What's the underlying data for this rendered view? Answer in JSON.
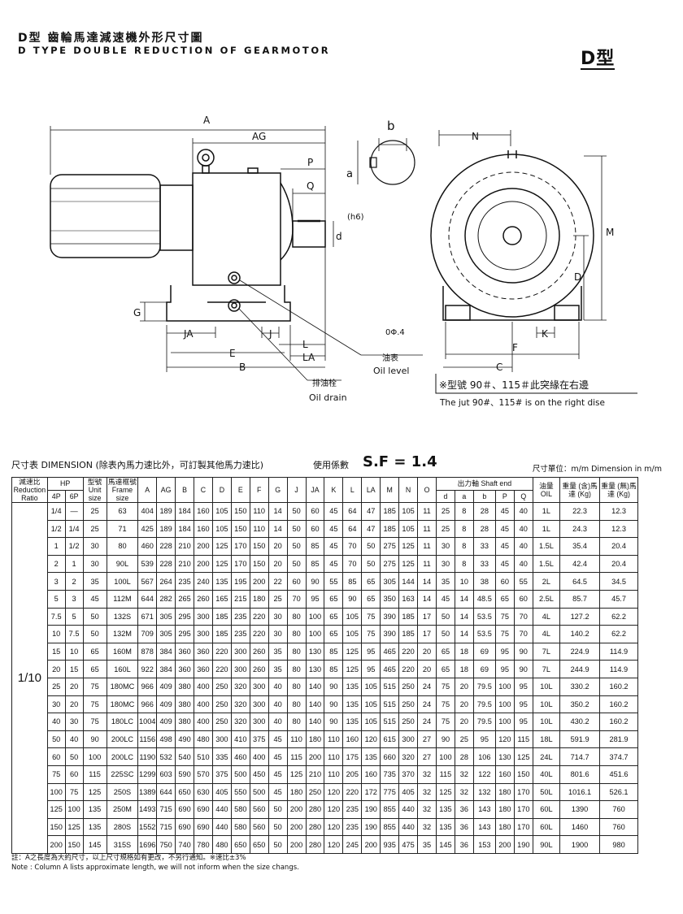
{
  "header": {
    "title_cn": "D型 齒輪馬達減速機外形尺寸圖",
    "title_en": "D TYPE DOUBLE REDUCTION OF GEARMOTOR",
    "model_mark": "D型"
  },
  "drawing": {
    "labels": {
      "A": "A",
      "AG": "AG",
      "P": "P",
      "Q": "Q",
      "d": "d",
      "h6": "(h6)",
      "b": "b",
      "a": "a",
      "N": "N",
      "M": "M",
      "D": "D",
      "G": "G",
      "JA": "JA",
      "J": "J",
      "L": "L",
      "LA": "LA",
      "E": "E",
      "B": "B",
      "K": "K",
      "F": "F",
      "C": "C",
      "oil_hole": "0Φ.4"
    },
    "oil_level_cn": "油表",
    "oil_level_en": "Oil level",
    "oil_drain_cn": "排油栓",
    "oil_drain_en": "Oil drain",
    "jut_note_cn": "※型號 90＃、115＃此突緣在右邊",
    "jut_note_en": "The jut 90#、115# is on the right dise"
  },
  "table_header": {
    "title": "尺寸表 DIMENSION (除表內馬力速比外，可訂製其他馬力速比)",
    "sf_label": "使用係數",
    "sf_value": "S.F = 1.4",
    "unit": "尺寸單位：m/m Dimension in m/m",
    "reduction_ratio": "減速比 Reduction Ratio",
    "hp": "HP",
    "p4": "4P",
    "p6": "6P",
    "unit_size": "型號 Unit size",
    "frame_size": "馬達框號 Frame size",
    "shaft_end": "出力軸 Shaft end",
    "oil": "油量 OIL",
    "weight_with": "重量 (含)馬達 (Kg)",
    "weight_without": "重量 (無)馬達 (Kg)",
    "dim_cols": [
      "A",
      "AG",
      "B",
      "C",
      "D",
      "E",
      "F",
      "G",
      "J",
      "JA",
      "K",
      "L",
      "LA",
      "M",
      "N",
      "O"
    ],
    "shaft_cols": [
      "d",
      "a",
      "b",
      "P",
      "Q"
    ]
  },
  "ratio": "1/10",
  "rows": [
    [
      "1/4",
      "—",
      "25",
      "63",
      "404",
      "189",
      "184",
      "160",
      "105",
      "150",
      "110",
      "14",
      "50",
      "60",
      "45",
      "64",
      "47",
      "185",
      "105",
      "11",
      "25",
      "8",
      "28",
      "45",
      "40",
      "1L",
      "22.3",
      "12.3"
    ],
    [
      "1/2",
      "1/4",
      "25",
      "71",
      "425",
      "189",
      "184",
      "160",
      "105",
      "150",
      "110",
      "14",
      "50",
      "60",
      "45",
      "64",
      "47",
      "185",
      "105",
      "11",
      "25",
      "8",
      "28",
      "45",
      "40",
      "1L",
      "24.3",
      "12.3"
    ],
    [
      "1",
      "1/2",
      "30",
      "80",
      "460",
      "228",
      "210",
      "200",
      "125",
      "170",
      "150",
      "20",
      "50",
      "85",
      "45",
      "70",
      "50",
      "275",
      "125",
      "11",
      "30",
      "8",
      "33",
      "45",
      "40",
      "1.5L",
      "35.4",
      "20.4"
    ],
    [
      "2",
      "1",
      "30",
      "90L",
      "539",
      "228",
      "210",
      "200",
      "125",
      "170",
      "150",
      "20",
      "50",
      "85",
      "45",
      "70",
      "50",
      "275",
      "125",
      "11",
      "30",
      "8",
      "33",
      "45",
      "40",
      "1.5L",
      "42.4",
      "20.4"
    ],
    [
      "3",
      "2",
      "35",
      "100L",
      "567",
      "264",
      "235",
      "240",
      "135",
      "195",
      "200",
      "22",
      "60",
      "90",
      "55",
      "85",
      "65",
      "305",
      "144",
      "14",
      "35",
      "10",
      "38",
      "60",
      "55",
      "2L",
      "64.5",
      "34.5"
    ],
    [
      "5",
      "3",
      "45",
      "112M",
      "644",
      "282",
      "265",
      "260",
      "165",
      "215",
      "180",
      "25",
      "70",
      "95",
      "65",
      "90",
      "65",
      "350",
      "163",
      "14",
      "45",
      "14",
      "48.5",
      "65",
      "60",
      "2.5L",
      "85.7",
      "45.7"
    ],
    [
      "7.5",
      "5",
      "50",
      "132S",
      "671",
      "305",
      "295",
      "300",
      "185",
      "235",
      "220",
      "30",
      "80",
      "100",
      "65",
      "105",
      "75",
      "390",
      "185",
      "17",
      "50",
      "14",
      "53.5",
      "75",
      "70",
      "4L",
      "127.2",
      "62.2"
    ],
    [
      "10",
      "7.5",
      "50",
      "132M",
      "709",
      "305",
      "295",
      "300",
      "185",
      "235",
      "220",
      "30",
      "80",
      "100",
      "65",
      "105",
      "75",
      "390",
      "185",
      "17",
      "50",
      "14",
      "53.5",
      "75",
      "70",
      "4L",
      "140.2",
      "62.2"
    ],
    [
      "15",
      "10",
      "65",
      "160M",
      "878",
      "384",
      "360",
      "360",
      "220",
      "300",
      "260",
      "35",
      "80",
      "130",
      "85",
      "125",
      "95",
      "465",
      "220",
      "20",
      "65",
      "18",
      "69",
      "95",
      "90",
      "7L",
      "224.9",
      "114.9"
    ],
    [
      "20",
      "15",
      "65",
      "160L",
      "922",
      "384",
      "360",
      "360",
      "220",
      "300",
      "260",
      "35",
      "80",
      "130",
      "85",
      "125",
      "95",
      "465",
      "220",
      "20",
      "65",
      "18",
      "69",
      "95",
      "90",
      "7L",
      "244.9",
      "114.9"
    ],
    [
      "25",
      "20",
      "75",
      "180MC",
      "966",
      "409",
      "380",
      "400",
      "250",
      "320",
      "300",
      "40",
      "80",
      "140",
      "90",
      "135",
      "105",
      "515",
      "250",
      "24",
      "75",
      "20",
      "79.5",
      "100",
      "95",
      "10L",
      "330.2",
      "160.2"
    ],
    [
      "30",
      "20",
      "75",
      "180MC",
      "966",
      "409",
      "380",
      "400",
      "250",
      "320",
      "300",
      "40",
      "80",
      "140",
      "90",
      "135",
      "105",
      "515",
      "250",
      "24",
      "75",
      "20",
      "79.5",
      "100",
      "95",
      "10L",
      "350.2",
      "160.2"
    ],
    [
      "40",
      "30",
      "75",
      "180LC",
      "1004",
      "409",
      "380",
      "400",
      "250",
      "320",
      "300",
      "40",
      "80",
      "140",
      "90",
      "135",
      "105",
      "515",
      "250",
      "24",
      "75",
      "20",
      "79.5",
      "100",
      "95",
      "10L",
      "430.2",
      "160.2"
    ],
    [
      "50",
      "40",
      "90",
      "200LC",
      "1156",
      "498",
      "490",
      "480",
      "300",
      "410",
      "375",
      "45",
      "110",
      "180",
      "110",
      "160",
      "120",
      "615",
      "300",
      "27",
      "90",
      "25",
      "95",
      "120",
      "115",
      "18L",
      "591.9",
      "281.9"
    ],
    [
      "60",
      "50",
      "100",
      "200LC",
      "1190",
      "532",
      "540",
      "510",
      "335",
      "460",
      "400",
      "45",
      "115",
      "200",
      "110",
      "175",
      "135",
      "660",
      "320",
      "27",
      "100",
      "28",
      "106",
      "130",
      "125",
      "24L",
      "714.7",
      "374.7"
    ],
    [
      "75",
      "60",
      "115",
      "225SC",
      "1299",
      "603",
      "590",
      "570",
      "375",
      "500",
      "450",
      "45",
      "125",
      "210",
      "110",
      "205",
      "160",
      "735",
      "370",
      "32",
      "115",
      "32",
      "122",
      "160",
      "150",
      "40L",
      "801.6",
      "451.6"
    ],
    [
      "100",
      "75",
      "125",
      "250S",
      "1389",
      "644",
      "650",
      "630",
      "405",
      "550",
      "500",
      "45",
      "180",
      "250",
      "120",
      "220",
      "172",
      "775",
      "405",
      "32",
      "125",
      "32",
      "132",
      "180",
      "170",
      "50L",
      "1016.1",
      "526.1"
    ],
    [
      "125",
      "100",
      "135",
      "250M",
      "1493",
      "715",
      "690",
      "690",
      "440",
      "580",
      "560",
      "50",
      "200",
      "280",
      "120",
      "235",
      "190",
      "855",
      "440",
      "32",
      "135",
      "36",
      "143",
      "180",
      "170",
      "60L",
      "1390",
      "760"
    ],
    [
      "150",
      "125",
      "135",
      "280S",
      "1552",
      "715",
      "690",
      "690",
      "440",
      "580",
      "560",
      "50",
      "200",
      "280",
      "120",
      "235",
      "190",
      "855",
      "440",
      "32",
      "135",
      "36",
      "143",
      "180",
      "170",
      "60L",
      "1460",
      "760"
    ],
    [
      "200",
      "150",
      "145",
      "315S",
      "1696",
      "750",
      "740",
      "780",
      "480",
      "650",
      "650",
      "50",
      "200",
      "280",
      "120",
      "245",
      "200",
      "935",
      "475",
      "35",
      "145",
      "36",
      "153",
      "200",
      "190",
      "90L",
      "1900",
      "980"
    ]
  ],
  "notes": {
    "cn": "註：A之長度為大約尺寸，以上尺寸規格如有更改，不另行通知。※速比±3%",
    "en": "Note : Column A lists approximate length, we will not inform when the size changs."
  }
}
